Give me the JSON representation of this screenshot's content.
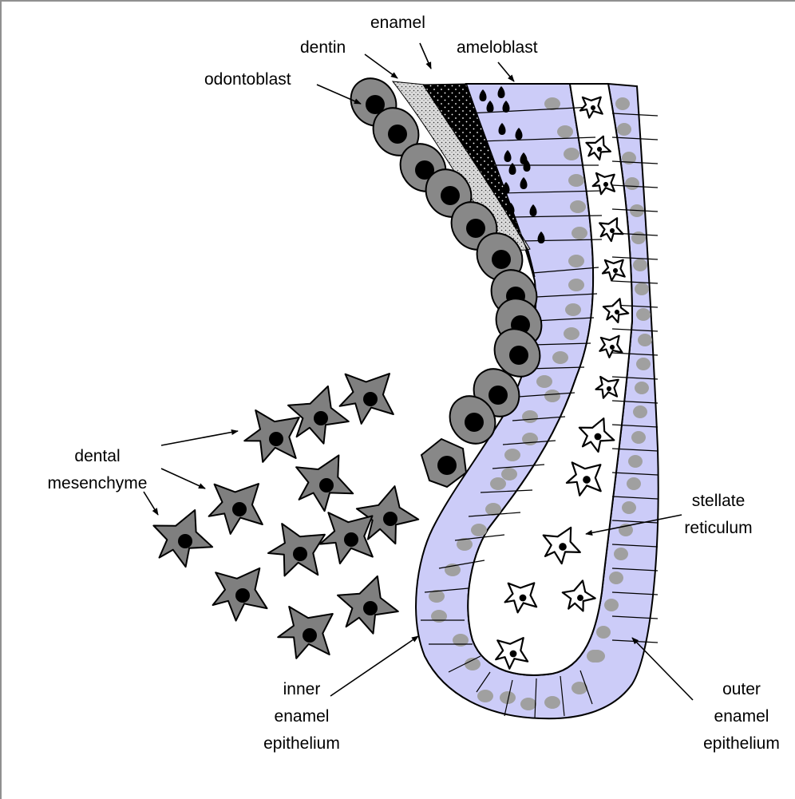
{
  "labels": {
    "enamel": "enamel",
    "dentin": "dentin",
    "ameloblast": "ameloblast",
    "odontoblast": "odontoblast",
    "dental_mesenchyme_1": "dental",
    "dental_mesenchyme_2": "mesenchyme",
    "stellate_reticulum_1": "stellate",
    "stellate_reticulum_2": "reticulum",
    "inner_enamel_epithelium_1": "inner",
    "inner_enamel_epithelium_2": "enamel",
    "inner_enamel_epithelium_3": "epithelium",
    "outer_enamel_epithelium_1": "outer",
    "outer_enamel_epithelium_2": "enamel",
    "outer_enamel_epithelium_3": "epithelium"
  },
  "colors": {
    "epithelium_fill": "#ccccf8",
    "nucleus_grey": "#a0a0a0",
    "odontoblast_fill": "#888888",
    "mesenchyme_fill": "#7f7f7f",
    "stellate_fill": "#ffffff",
    "enamel_fill": "#000000",
    "dentin_fill": "#d8d8d8",
    "outline": "#000000"
  }
}
